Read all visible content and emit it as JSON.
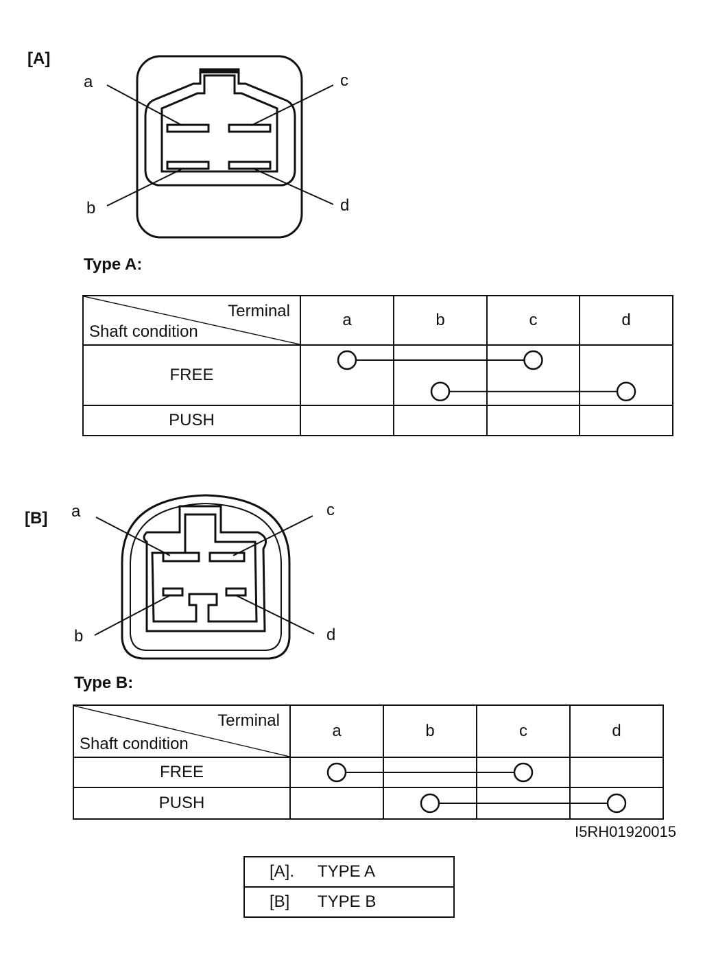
{
  "section_a": {
    "label": "[A]",
    "pins": {
      "a": "a",
      "b": "b",
      "c": "c",
      "d": "d"
    },
    "title": "Type A:",
    "table": {
      "header_terminal": "Terminal",
      "header_shaft": "Shaft condition",
      "columns": [
        "a",
        "b",
        "c",
        "d"
      ],
      "rows": [
        {
          "label": "FREE",
          "connections": [
            [
              "a",
              "c"
            ],
            [
              "b",
              "d"
            ]
          ]
        },
        {
          "label": "PUSH",
          "connections": []
        }
      ]
    }
  },
  "section_b": {
    "label": "[B]",
    "pins": {
      "a": "a",
      "b": "b",
      "c": "c",
      "d": "d"
    },
    "title": "Type B:",
    "table": {
      "header_terminal": "Terminal",
      "header_shaft": "Shaft condition",
      "columns": [
        "a",
        "b",
        "c",
        "d"
      ],
      "rows": [
        {
          "label": "FREE",
          "connections": [
            [
              "a",
              "c"
            ]
          ]
        },
        {
          "label": "PUSH",
          "connections": [
            [
              "b",
              "d"
            ]
          ]
        }
      ]
    }
  },
  "figure_code": "I5RH01920015",
  "legend": [
    {
      "key": "[A].",
      "value": "TYPE A"
    },
    {
      "key": "[B]",
      "value": "TYPE B"
    }
  ]
}
